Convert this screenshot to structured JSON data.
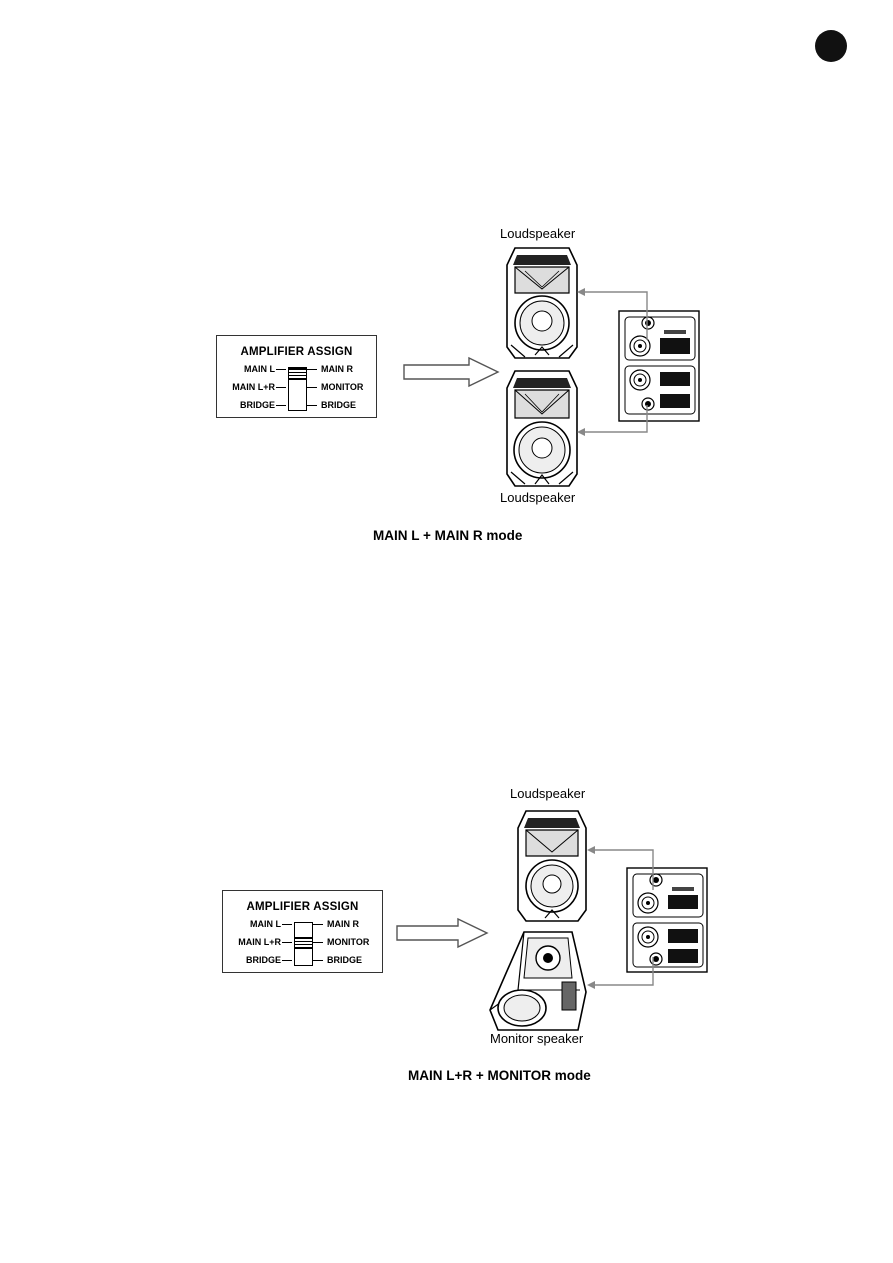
{
  "figure1": {
    "assign_title": "AMPLIFIER ASSIGN",
    "left_labels": [
      "MAIN L",
      "MAIN L+R",
      "BRIDGE"
    ],
    "right_labels": [
      "MAIN R",
      "MONITOR",
      "BRIDGE"
    ],
    "selected_position": "MAIN L / MAIN R",
    "speaker_top_label": "Loudspeaker",
    "speaker_bottom_label": "Loudspeaker",
    "caption": "MAIN L + MAIN R mode"
  },
  "figure2": {
    "assign_title": "AMPLIFIER ASSIGN",
    "left_labels": [
      "MAIN L",
      "MAIN L+R",
      "BRIDGE"
    ],
    "right_labels": [
      "MAIN R",
      "MONITOR",
      "BRIDGE"
    ],
    "selected_position": "MAIN L+R / MONITOR",
    "speaker_top_label": "Loudspeaker",
    "speaker_bottom_label": "Monitor speaker",
    "caption": "MAIN L+R + MONITOR mode"
  }
}
